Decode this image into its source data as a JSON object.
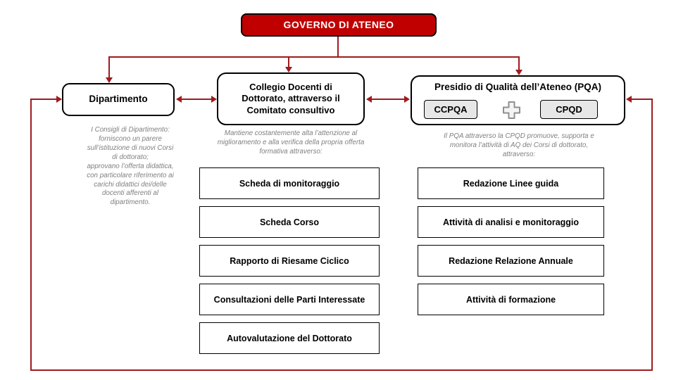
{
  "colors": {
    "accent_red": "#C00000",
    "connector_red": "#9E1B1E",
    "box_border": "#000000",
    "subbox_fill": "#E7E7E7",
    "description_gray": "#7F7F7F"
  },
  "diagram": {
    "governo": {
      "label": "GOVERNO DI ATENEO"
    },
    "dipartimento": {
      "label": "Dipartimento",
      "description": "I Consigli di Dipartimento:\nforniscono un parere\nsull’istituzione di nuovi Corsi\ndi dottorato;\napprovano l’offerta didattica,\ncon particolare riferimento ai\ncarichi didattici dei/delle\ndocenti afferenti al\ndipartimento."
    },
    "collegio": {
      "label": "Collegio Docenti di\nDottorato, attraverso il\nComitato consultivo",
      "description": "Mantiene costantemente alta l’attenzione al\nmiglioramento e alla verifica della propria offerta\nformativa attraverso:",
      "items": [
        "Scheda di monitoraggio",
        "Scheda Corso",
        "Rapporto di Riesame Ciclico",
        "Consultazioni delle Parti Interessate",
        "Autovalutazione del Dottorato"
      ]
    },
    "pqa": {
      "label": "Presidio di Qualità dell’Ateneo (PQA)",
      "sub_left": "CCPQA",
      "sub_right": "CPQD",
      "plus_icon": "plus",
      "description": "Il PQA attraverso la CPQD promuove, supporta e\nmonitora l’attività di AQ dei Corsi di dottorato,\nattraverso:",
      "items": [
        "Redazione Linee guida",
        "Attività di analisi e monitoraggio",
        "Redazione Relazione Annuale",
        "Attività di formazione"
      ]
    }
  }
}
